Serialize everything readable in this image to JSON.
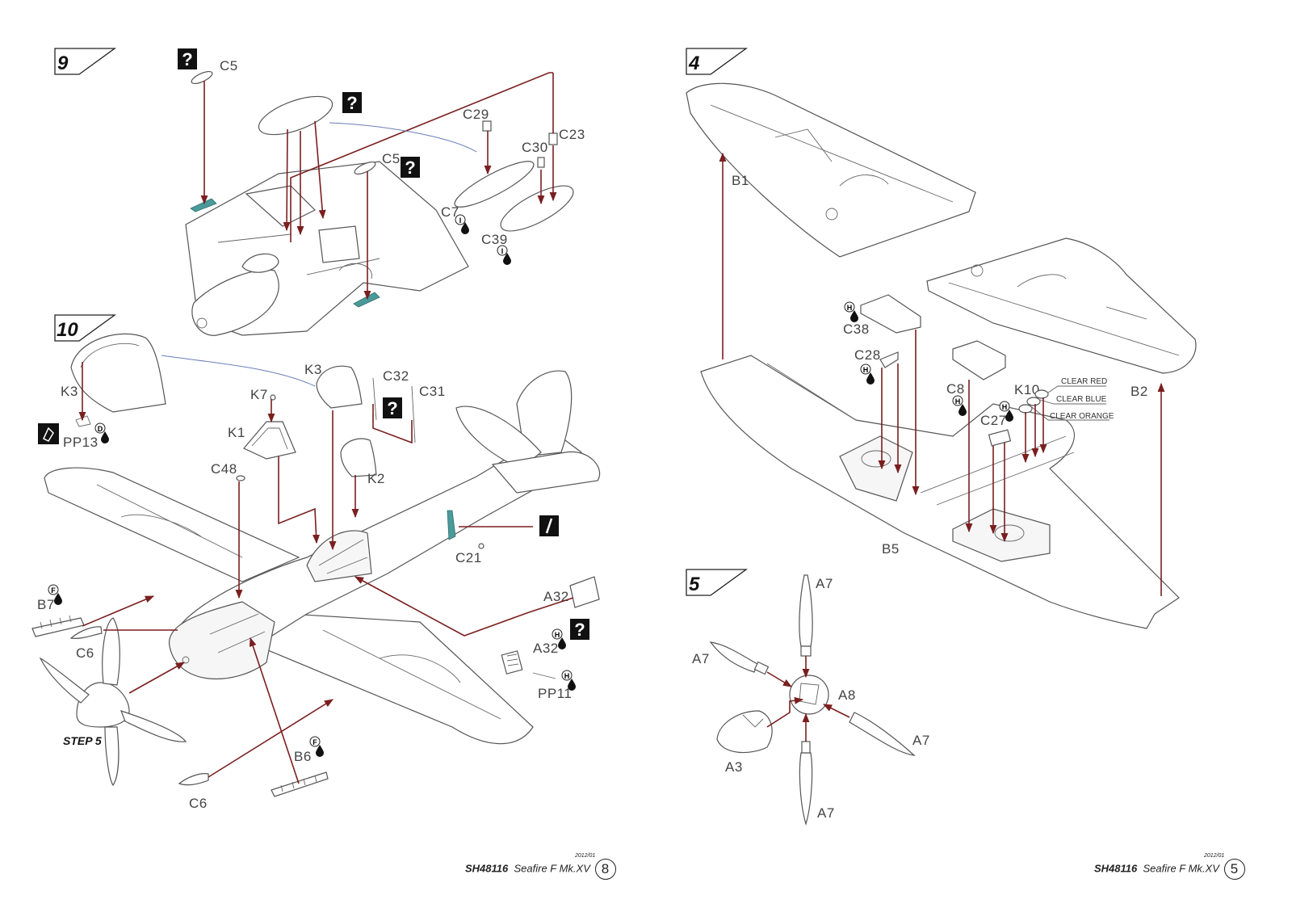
{
  "steps": {
    "s9": "9",
    "s10": "10",
    "s4": "4",
    "s5": "5"
  },
  "labels": {
    "c5a": "C5",
    "c5b": "C5",
    "c29": "C29",
    "c30": "C30",
    "c23": "C23",
    "c7": "C7",
    "c39": "C39",
    "k3a": "K3",
    "k3b": "K3",
    "k7": "K7",
    "c32": "C32",
    "c31": "C31",
    "k1": "K1",
    "pp13": "PP13",
    "c48": "C48",
    "k2": "K2",
    "c21": "C21",
    "a32a": "A32",
    "a32b": "A32",
    "pp11": "PP11",
    "b7": "B7",
    "c6a": "C6",
    "c6b": "C6",
    "b6": "B6",
    "step5note": "STEP 5",
    "b1": "B1",
    "c38": "C38",
    "c28": "C28",
    "c8": "C8",
    "k10": "K10",
    "c27": "C27",
    "b2": "B2",
    "b5": "B5",
    "a7a": "A7",
    "a7b": "A7",
    "a7c": "A7",
    "a7d": "A7",
    "a8": "A8",
    "a3": "A3"
  },
  "clear_labels": {
    "red": "CLEAR RED",
    "blue": "CLEAR BLUE",
    "orange": "CLEAR ORANGE"
  },
  "paint_marks": {
    "i": "I",
    "h": "H",
    "d": "D",
    "f": "F",
    "question": "?"
  },
  "footer_left": {
    "code": "SH48116",
    "name": "Seafire F Mk.XV",
    "year": "2012/01",
    "page": "8"
  },
  "footer_right": {
    "code": "SH48116",
    "name": "Seafire F Mk.XV",
    "year": "2012/01",
    "page": "5"
  }
}
